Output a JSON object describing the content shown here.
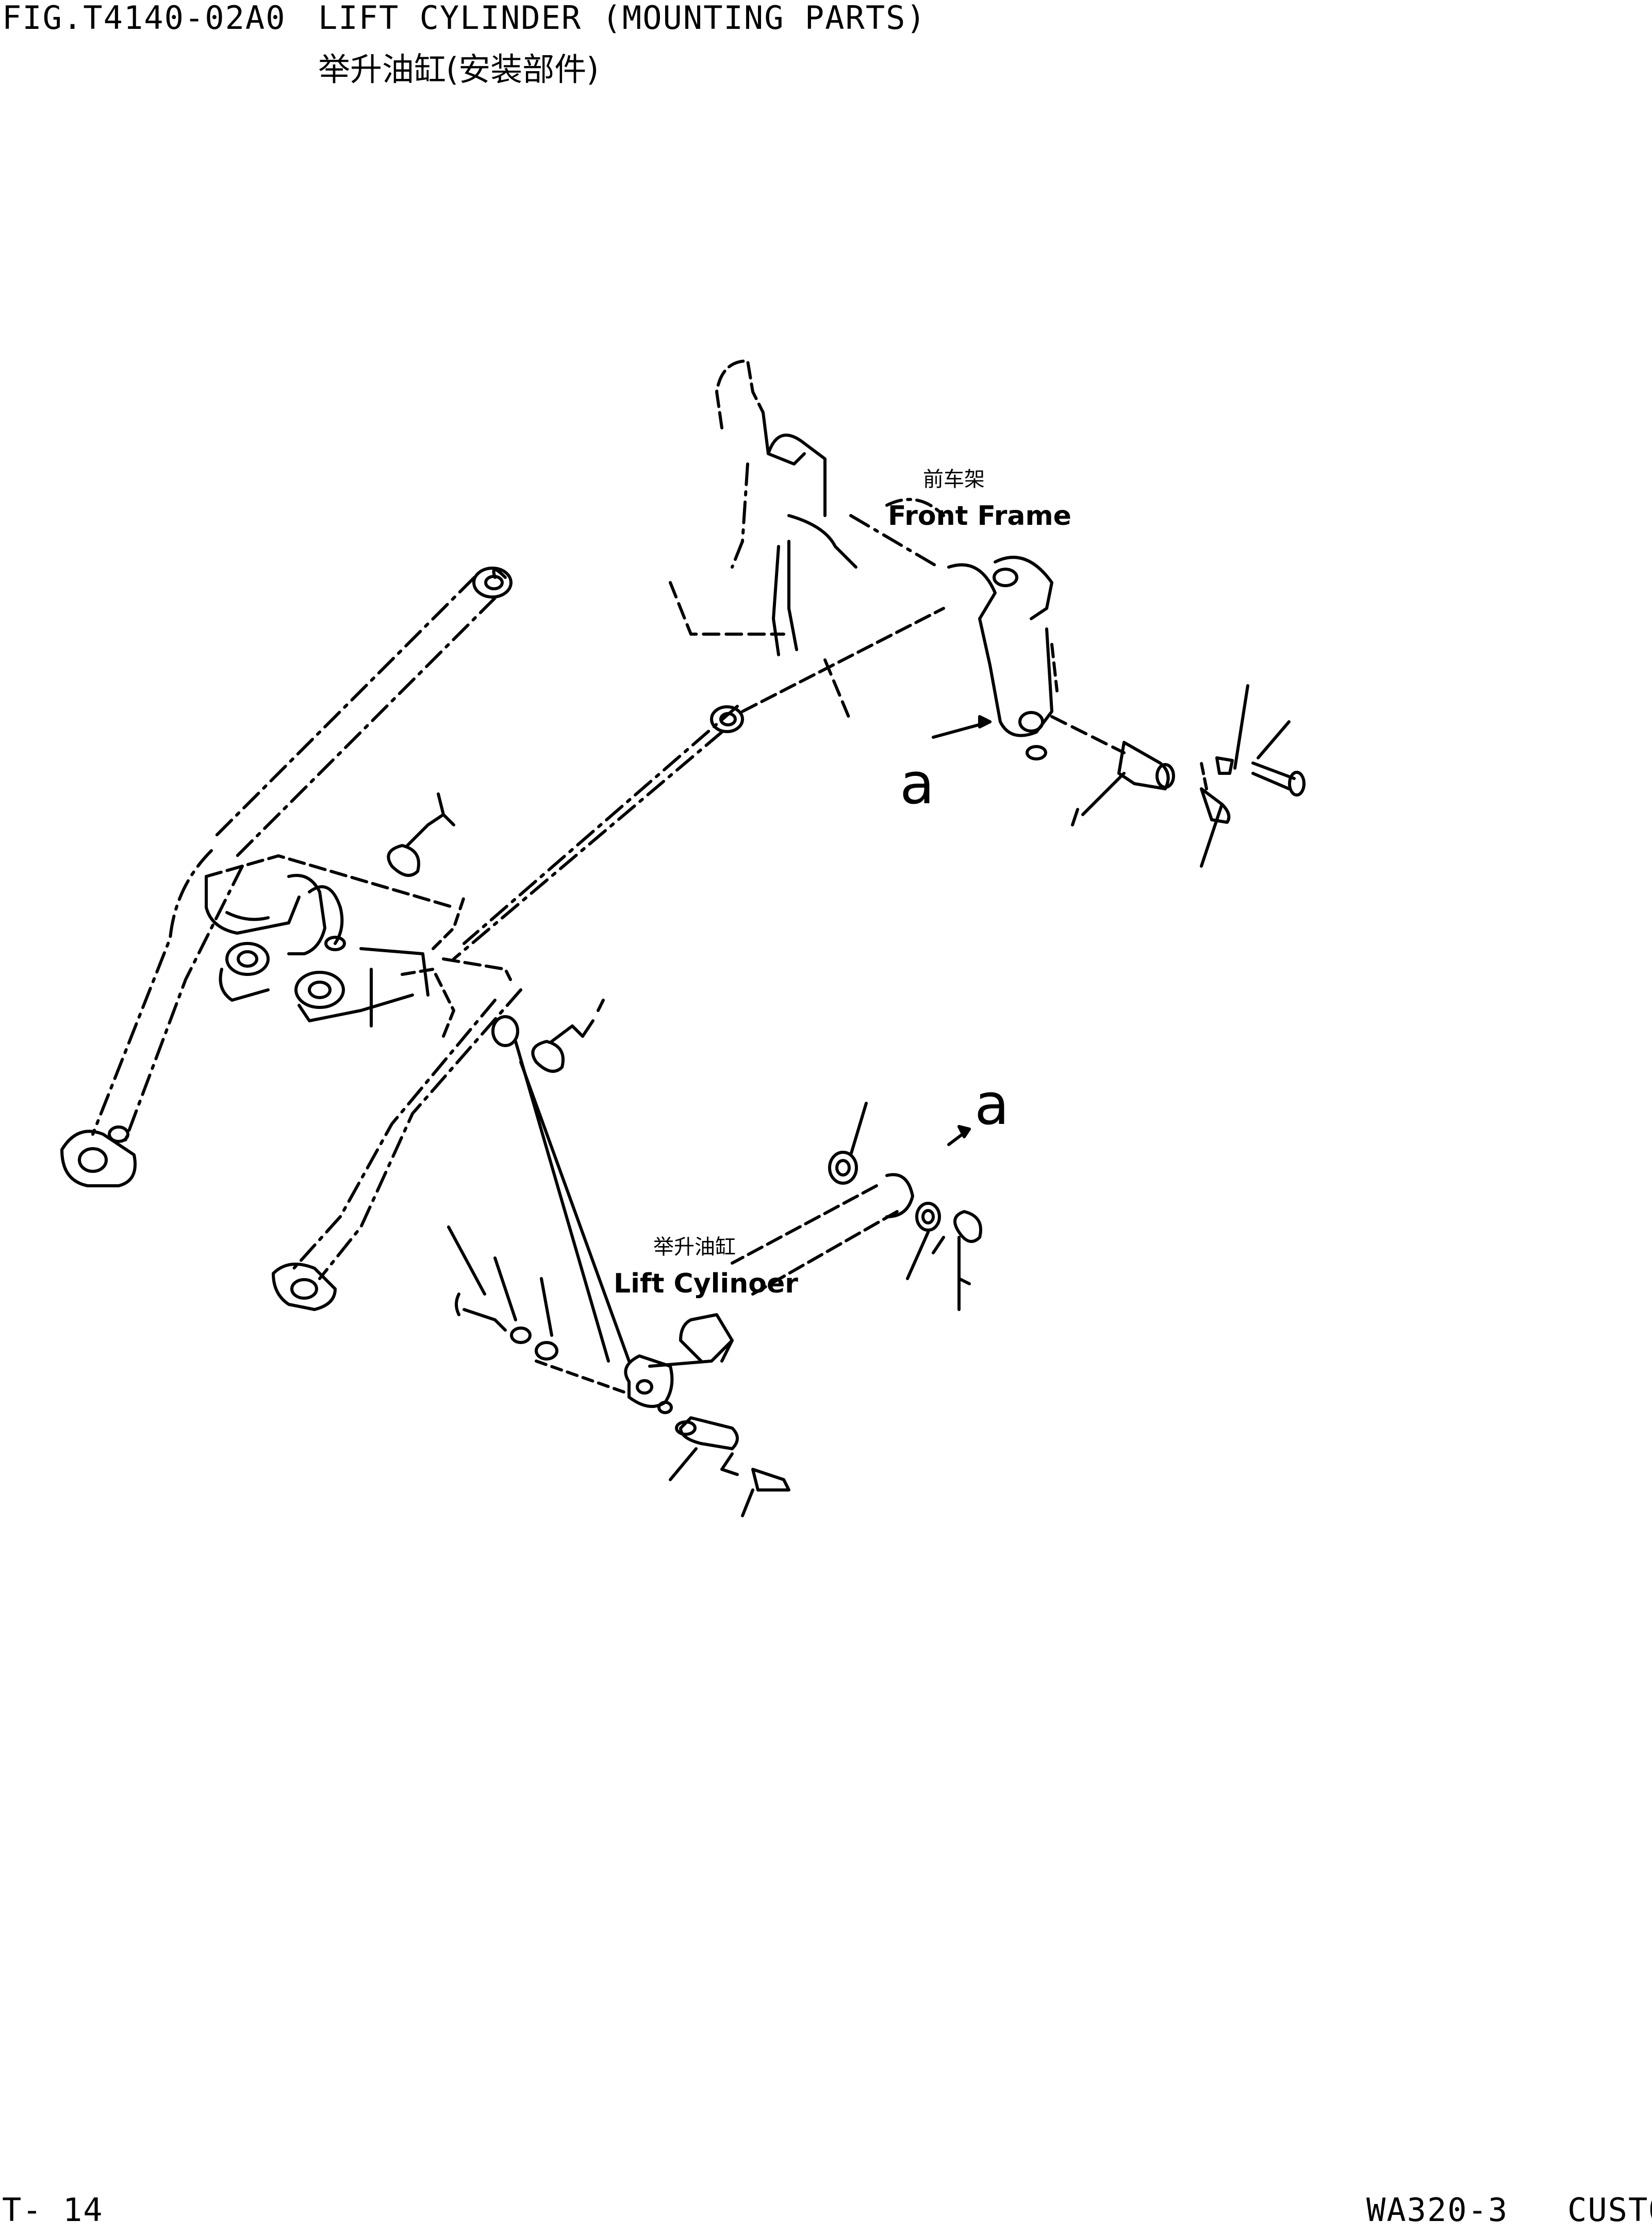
{
  "header": {
    "figure_number": "FIG.T4140-02A0",
    "title_en": "LIFT CYLINDER (MOUNTING PARTS)",
    "title_zh": "举升油缸(安装部件)"
  },
  "labels": {
    "front_frame_zh": "前车架",
    "front_frame_en": "Front Frame",
    "lift_cylinder_zh": "举升油缸",
    "lift_cylinder_en": "Lift Cylinoer",
    "detail_a_upper": "a",
    "detail_a_lower": "a"
  },
  "footer": {
    "page": "T- 14",
    "model": "WA320-3",
    "catalog": "CUSTO"
  }
}
